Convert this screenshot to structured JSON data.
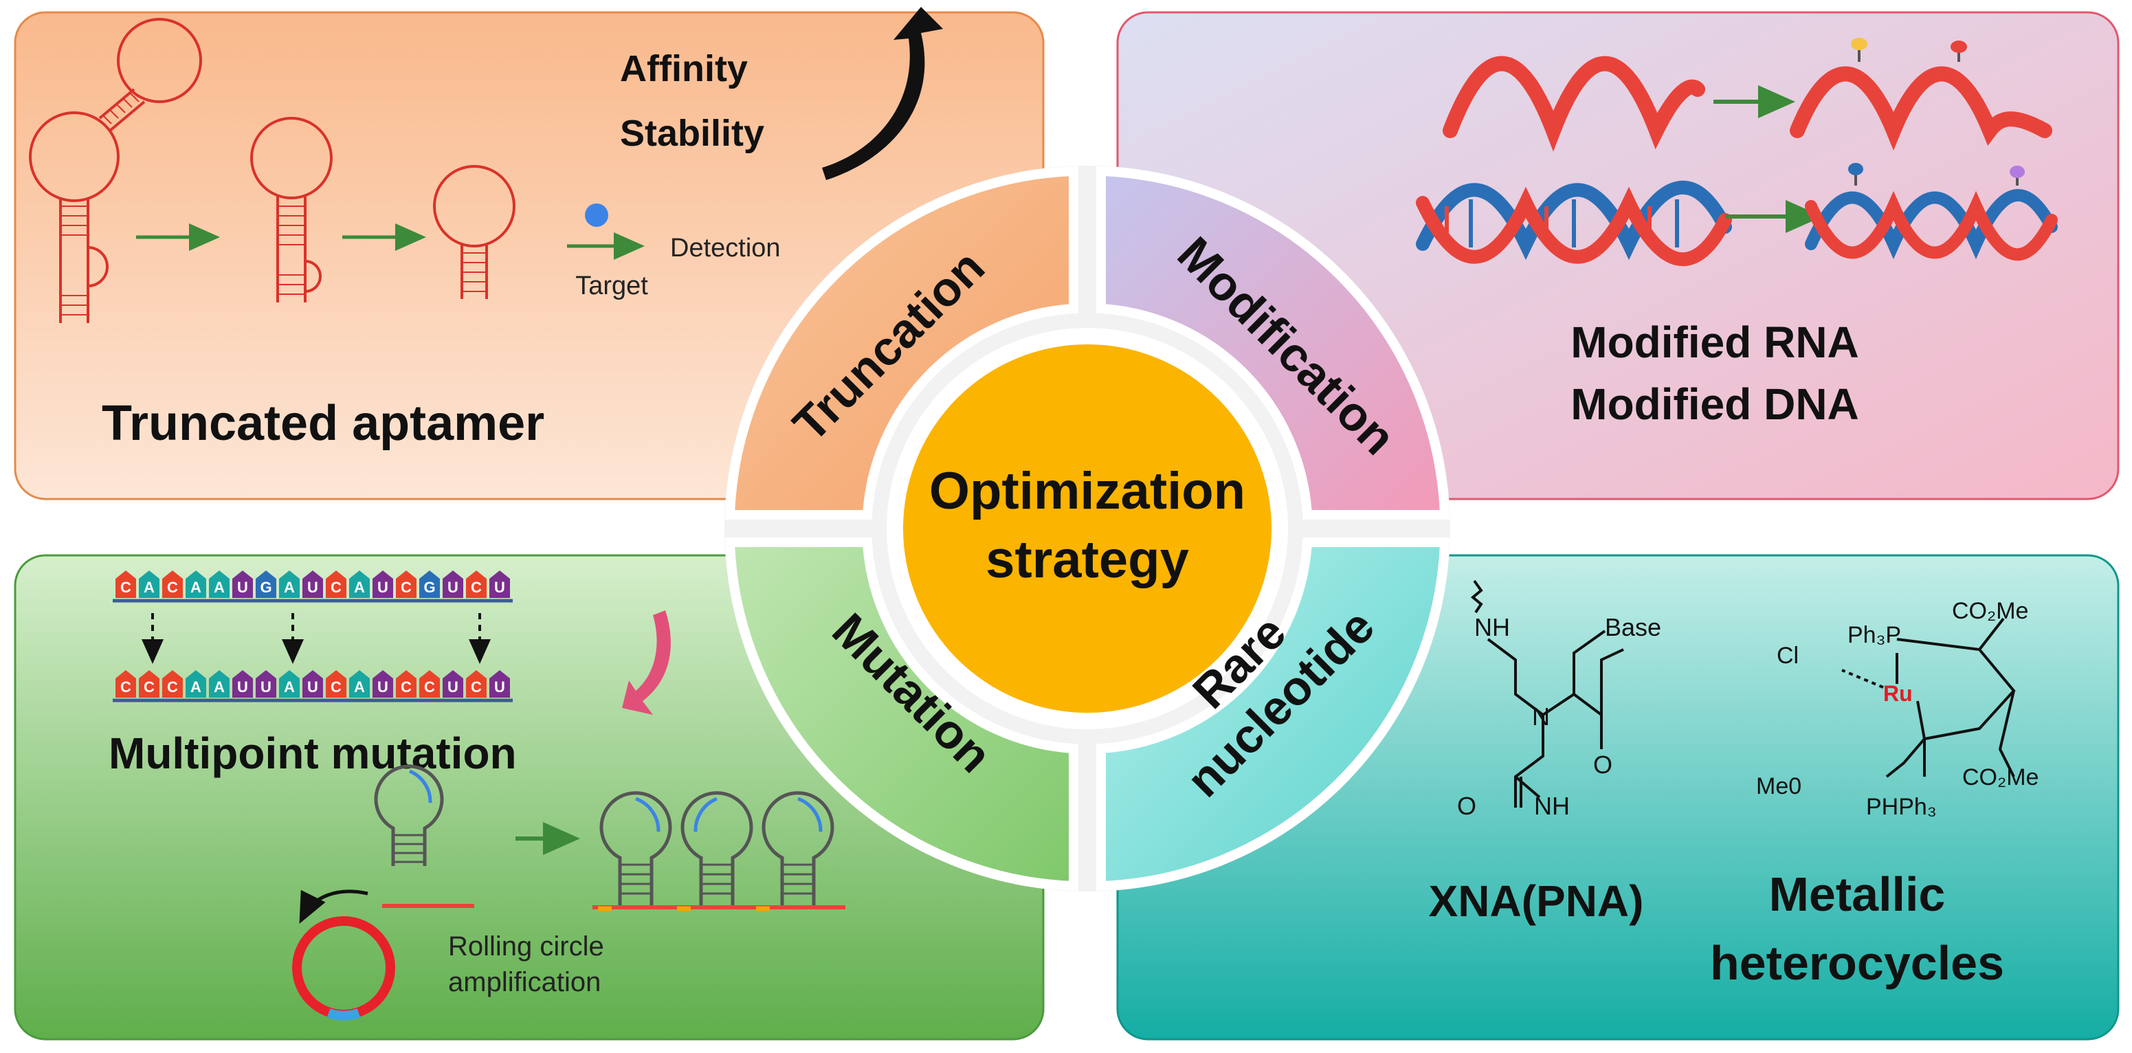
{
  "center": {
    "line1": "Optimization",
    "line2": "strategy"
  },
  "quadrants": {
    "truncation": {
      "ring_label": "Truncation",
      "title": "Truncated aptamer",
      "effects": [
        "Affinity",
        "Stability"
      ],
      "target_label": "Target",
      "detection_label": "Detection"
    },
    "modification": {
      "ring_label": "Modification",
      "captions": [
        "Modified RNA",
        "Modified DNA"
      ]
    },
    "mutation": {
      "ring_label": "Mutation",
      "title": "Multipoint mutation",
      "seq_top": [
        "C",
        "A",
        "C",
        "A",
        "A",
        "U",
        "G",
        "A",
        "U",
        "C",
        "A",
        "U",
        "C",
        "G",
        "U",
        "C",
        "U"
      ],
      "seq_bottom": [
        "C",
        "C",
        "C",
        "A",
        "A",
        "U",
        "U",
        "A",
        "U",
        "C",
        "A",
        "U",
        "C",
        "C",
        "U",
        "C",
        "U"
      ],
      "rca_label": [
        "Rolling circle",
        "amplification"
      ]
    },
    "rare_nucleotide": {
      "ring_label": [
        "Rare",
        "nucleotide"
      ],
      "xna_caption": "XNA(PNA)",
      "metal_caption": [
        "Metallic",
        "heterocycles"
      ],
      "pna_labels": {
        "nh_top": "NH",
        "base": "Base",
        "n": "N",
        "o1": "O",
        "o2": "O",
        "nh_bottom": "NH"
      },
      "metal_labels": {
        "co2me_top": "CO₂Me",
        "cl": "Cl",
        "ph3p": "Ph₃P",
        "ru": "Ru",
        "co2me_bottom": "CO₂Me",
        "meo": "Me0",
        "phph3": "PHPh₃"
      }
    }
  },
  "colors": {
    "A": "#1aa6a0",
    "C": "#e8442a",
    "G": "#2a6fb6",
    "U": "#7a2f8e",
    "orange_panel": "#f9c7a2",
    "pink_panel": "#eac9de",
    "green_panel": "#8ccf7a",
    "teal_panel": "#3fc6bd",
    "center": "#fbb400"
  }
}
